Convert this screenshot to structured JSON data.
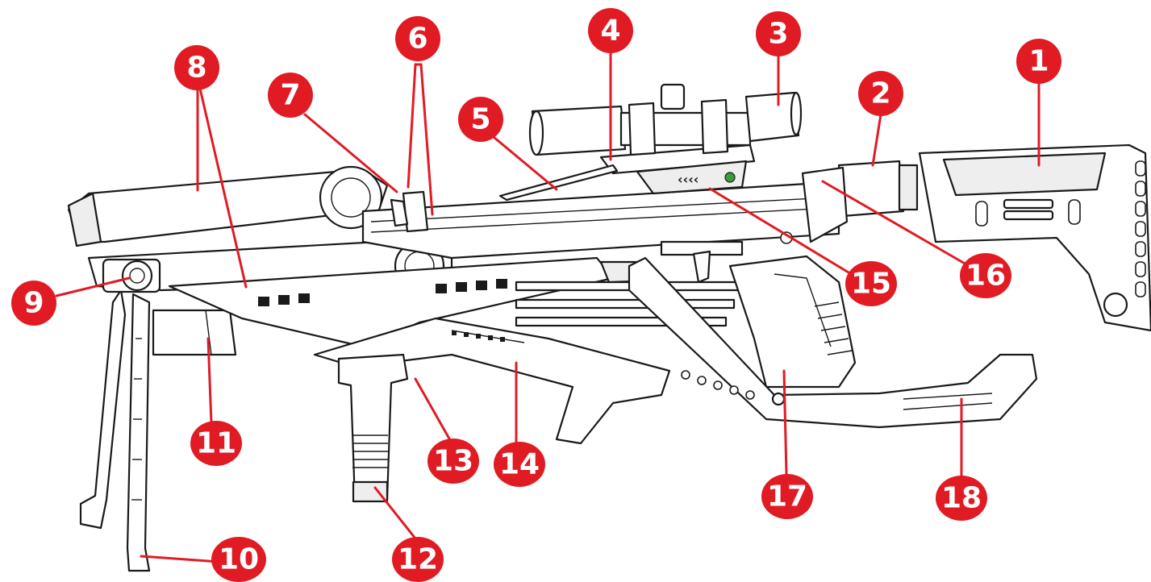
{
  "colors": {
    "callout": "#e01b24",
    "callout_text": "#ffffff",
    "line_art": "#1a1a1a",
    "background": "#ffffff"
  },
  "callouts": [
    {
      "number": "1"
    },
    {
      "number": "2"
    },
    {
      "number": "3"
    },
    {
      "number": "4"
    },
    {
      "number": "5"
    },
    {
      "number": "6"
    },
    {
      "number": "7"
    },
    {
      "number": "8"
    },
    {
      "number": "9"
    },
    {
      "number": "10"
    },
    {
      "number": "11"
    },
    {
      "number": "12"
    },
    {
      "number": "13"
    },
    {
      "number": "14"
    },
    {
      "number": "15"
    },
    {
      "number": "16"
    },
    {
      "number": "17"
    },
    {
      "number": "18"
    }
  ]
}
